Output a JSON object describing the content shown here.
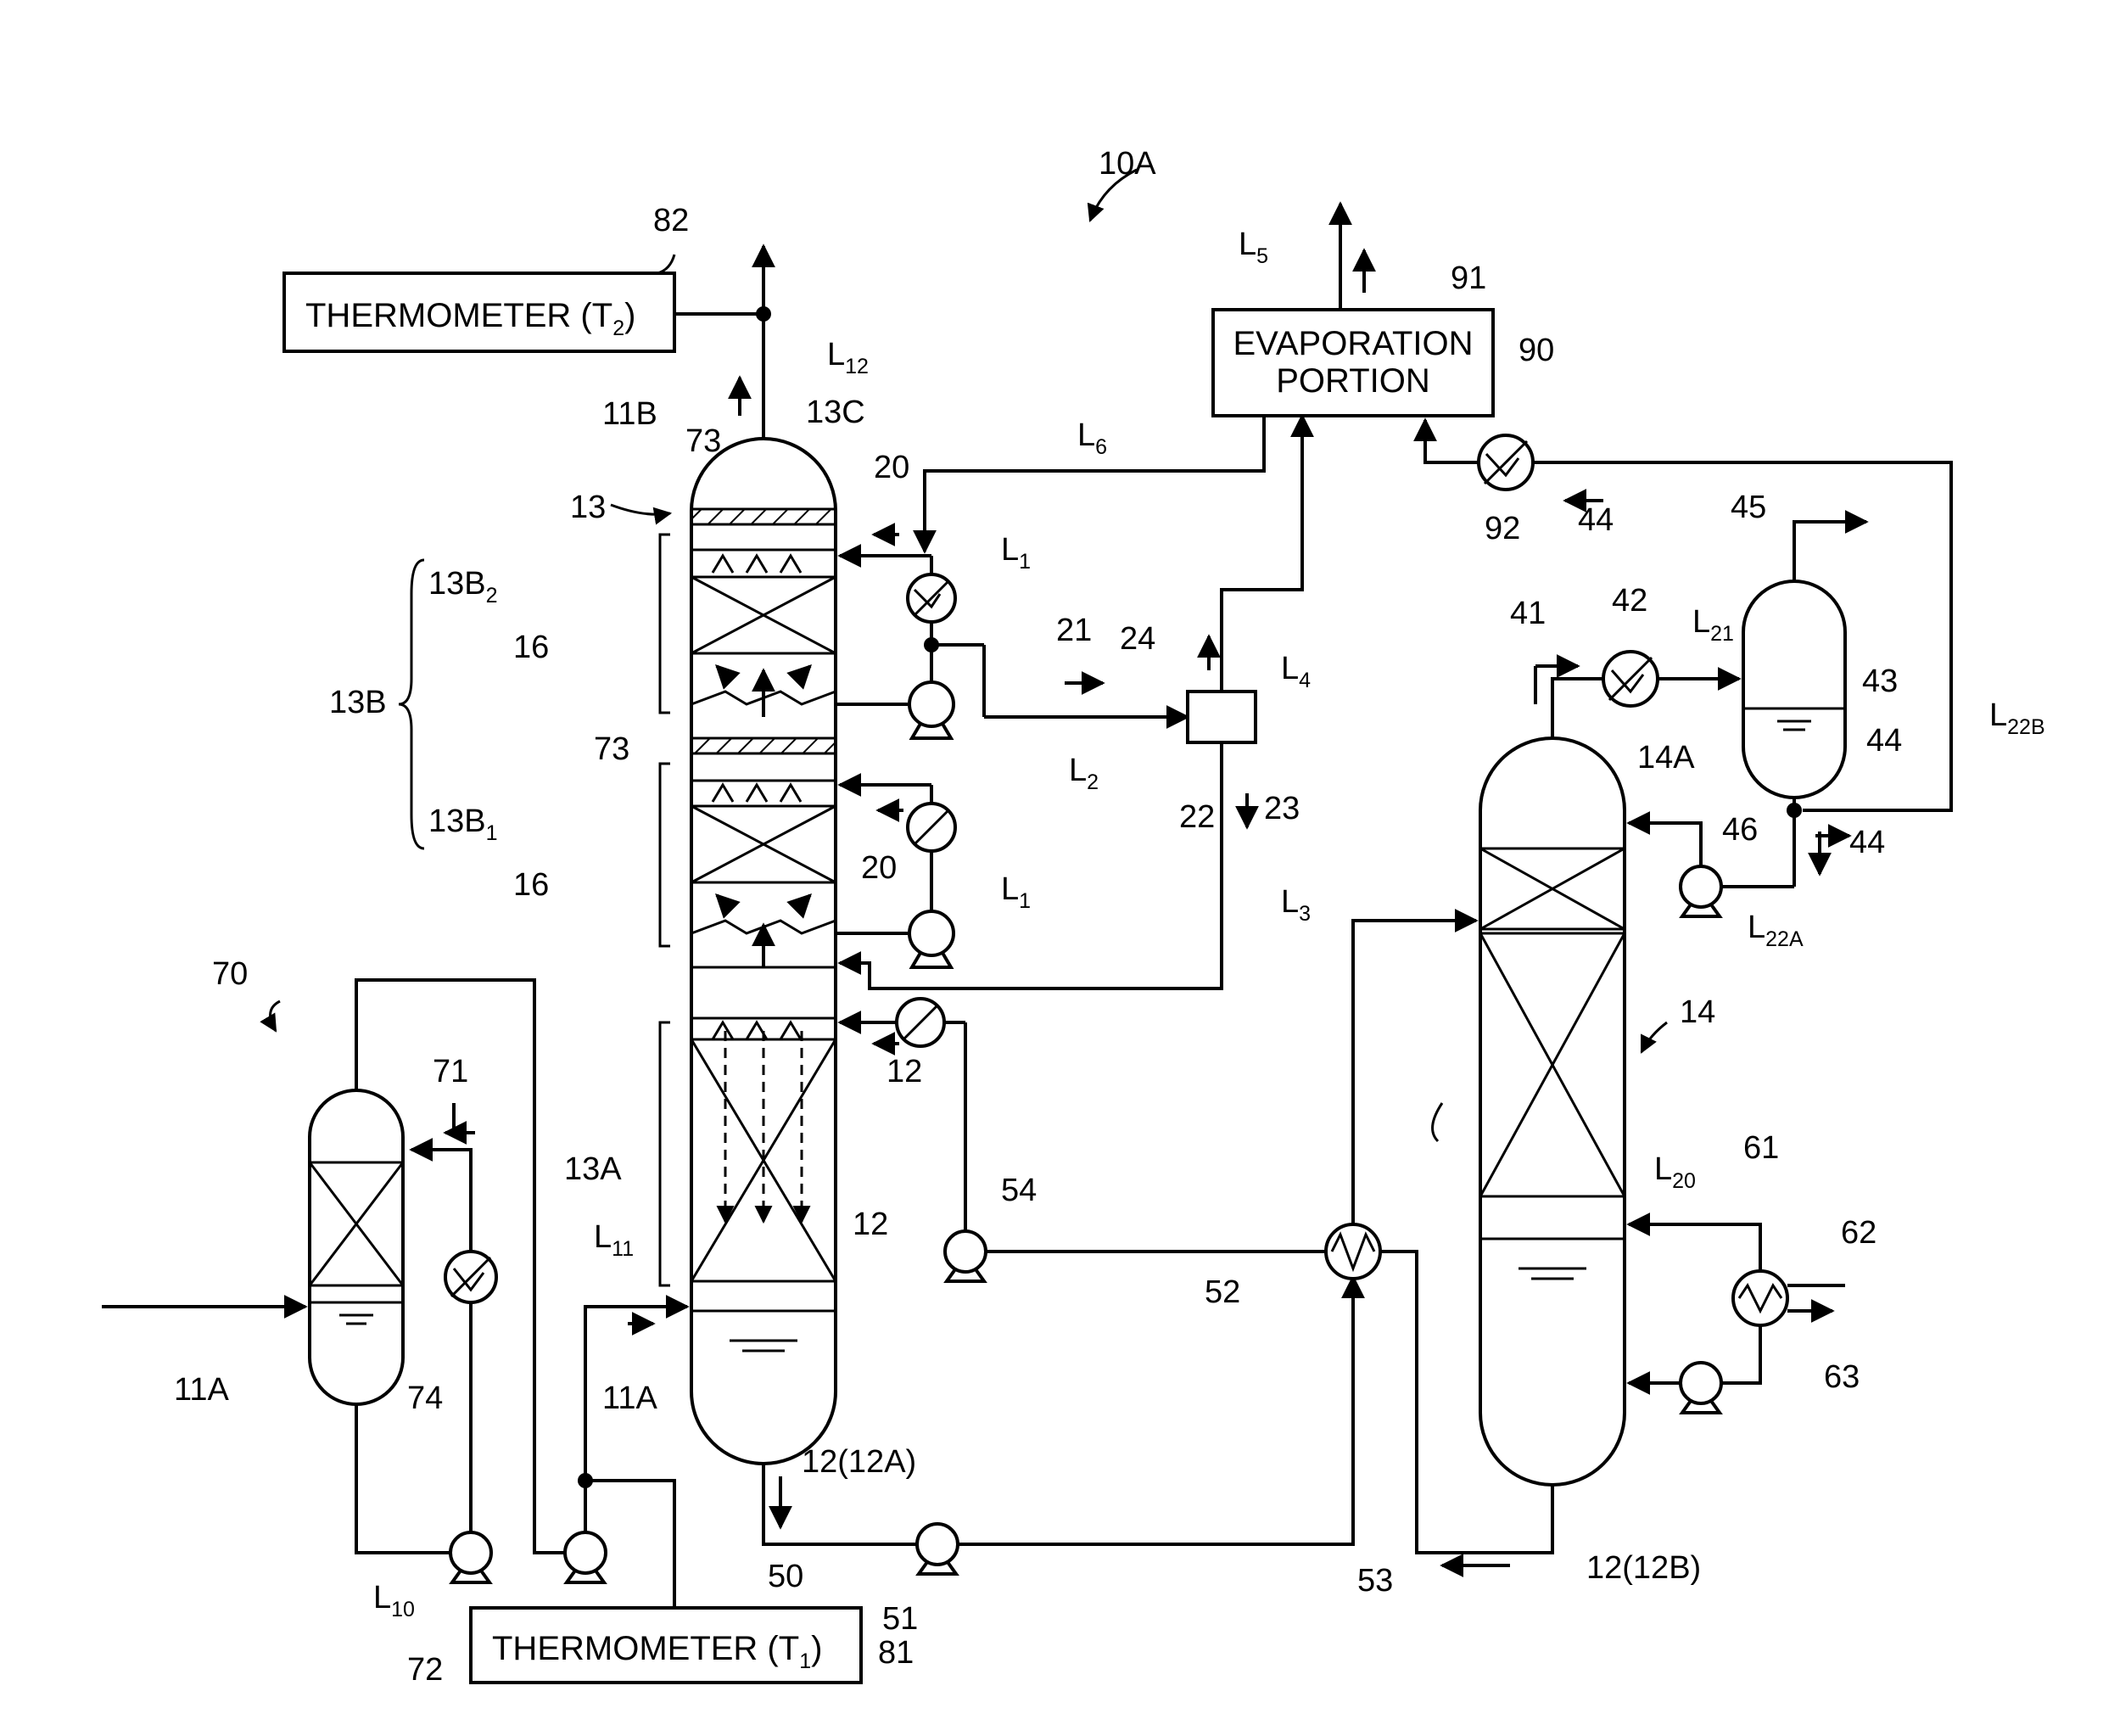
{
  "figure": {
    "system_ref": "10A",
    "thermometer_top": {
      "label": "THERMOMETER (T",
      "sub": "2",
      "close": ")",
      "ref": "82"
    },
    "thermometer_bottom": {
      "label": "THERMOMETER (T",
      "sub": "1",
      "close": ")",
      "ref": "81"
    },
    "evaporation": {
      "line1": "EVAPORATION",
      "line2": "PORTION",
      "ref": "90"
    },
    "refs": {
      "r11B": "11B",
      "r13": "13",
      "r13C": "13C",
      "r73a": "73",
      "r73b": "73",
      "r20a": "20",
      "r20b": "20",
      "r21": "21",
      "r22": "22",
      "r23": "23",
      "r24": "24",
      "r91": "91",
      "r92": "92",
      "r44a": "44",
      "r44b": "44",
      "r44c": "44",
      "r45": "45",
      "r41": "41",
      "r42": "42",
      "r43": "43",
      "r46": "46",
      "r14A": "14A",
      "r14": "14",
      "r16a": "16",
      "r16b": "16",
      "r13B": "13B",
      "r13A": "13A",
      "r12a": "12",
      "r12b": "12",
      "r12A": "12(12A)",
      "r12B": "12(12B)",
      "r50": "50",
      "r51": "51",
      "r52": "52",
      "r53": "53",
      "r54": "54",
      "r61": "61",
      "r62": "62",
      "r63": "63",
      "r70": "70",
      "r71": "71",
      "r72": "72",
      "r74": "74",
      "r11Aa": "11A",
      "r11Ab": "11A"
    },
    "lines": {
      "L12": {
        "main": "L",
        "sub": "12"
      },
      "L6": {
        "main": "L",
        "sub": "6"
      },
      "L5": {
        "main": "L",
        "sub": "5"
      },
      "L1a": {
        "main": "L",
        "sub": "1"
      },
      "L1b": {
        "main": "L",
        "sub": "1"
      },
      "L2": {
        "main": "L",
        "sub": "2"
      },
      "L3": {
        "main": "L",
        "sub": "3"
      },
      "L4": {
        "main": "L",
        "sub": "4"
      },
      "L21": {
        "main": "L",
        "sub": "21"
      },
      "L22A": {
        "main": "L",
        "sub": "22A"
      },
      "L22B": {
        "main": "L",
        "sub": "22B"
      },
      "L20": {
        "main": "L",
        "sub": "20"
      },
      "L10": {
        "main": "L",
        "sub": "10"
      },
      "L11": {
        "main": "L",
        "sub": "11"
      },
      "B2": {
        "main": "13B",
        "sub": "2"
      },
      "B1": {
        "main": "13B",
        "sub": "1"
      }
    }
  }
}
